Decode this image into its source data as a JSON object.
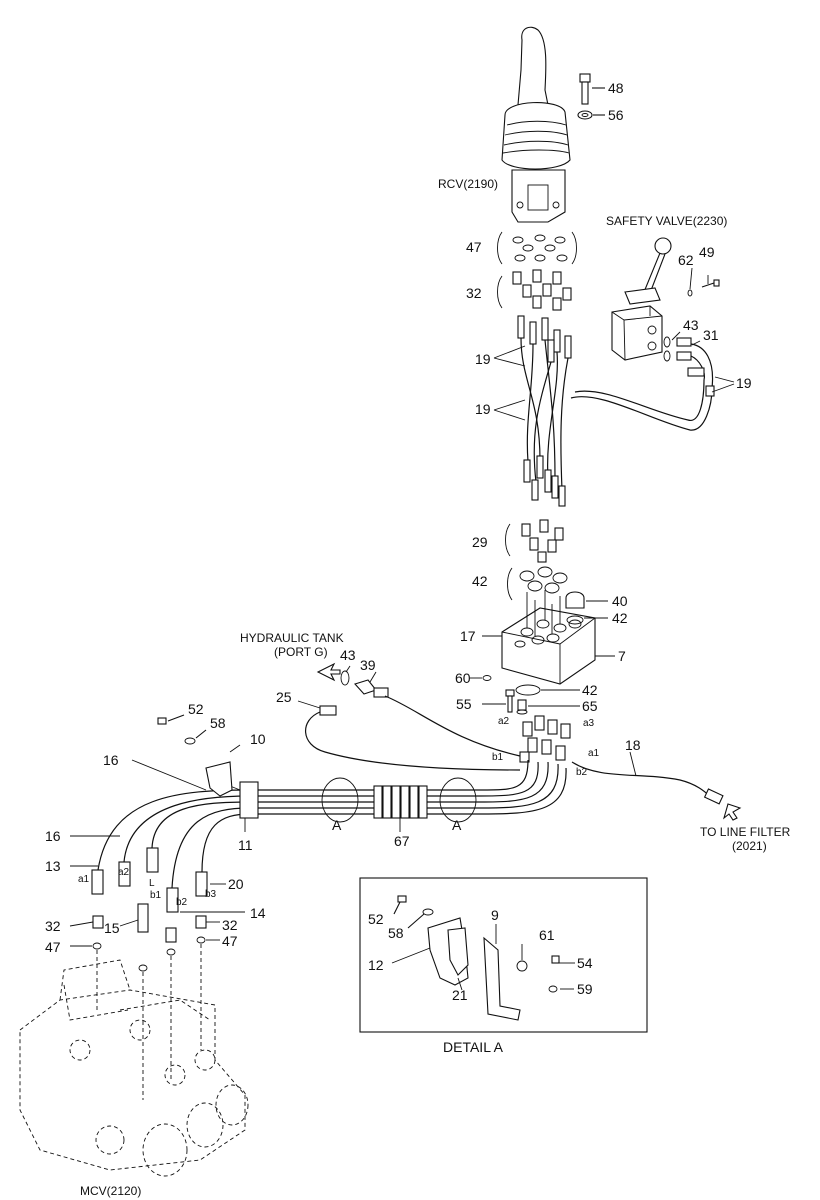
{
  "callouts": {
    "c48": "48",
    "c56": "56",
    "c47a": "47",
    "c32a": "32",
    "c62": "62",
    "c49": "49",
    "c43a": "43",
    "c31": "31",
    "c19a": "19",
    "c19b": "19",
    "c19c": "19",
    "c29": "29",
    "c42a": "42",
    "c40": "40",
    "c42b": "42",
    "c17": "17",
    "c7": "7",
    "c43b": "43",
    "c39": "39",
    "c60": "60",
    "c42c": "42",
    "c25": "25",
    "c55": "55",
    "c65": "65",
    "c52a": "52",
    "c58a": "58",
    "c10": "10",
    "c18": "18",
    "c16a": "16",
    "c16b": "16",
    "c13": "13",
    "c11": "11",
    "c67": "67",
    "c20": "20",
    "c14": "14",
    "c15": "15",
    "c32b": "32",
    "c32c": "32",
    "c47b": "47",
    "c47c": "47",
    "secA1": "A",
    "secA2": "A",
    "d52": "52",
    "d58": "58",
    "d9": "9",
    "d61": "61",
    "d54": "54",
    "d12": "12",
    "d21": "21",
    "d59": "59"
  },
  "port_labels": {
    "a2_top": "a2",
    "a3": "a3",
    "a1_top": "a1",
    "b1_top": "b1",
    "b2_top": "b2",
    "a1_bot": "a1",
    "a2_bot": "a2",
    "L": "L",
    "b2_bot": "b2",
    "b3": "b3",
    "b1_bot": "b1"
  },
  "names": {
    "rcv": "RCV(2190)",
    "safety_valve": "SAFETY VALVE(2230)",
    "hydraulic_tank_line1": "HYDRAULIC TANK",
    "hydraulic_tank_line2": "(PORT G)",
    "line_filter_line1": "TO LINE FILTER",
    "line_filter_line2": "(2021)",
    "mcv": "MCV(2120)",
    "detail": "DETAIL A"
  }
}
